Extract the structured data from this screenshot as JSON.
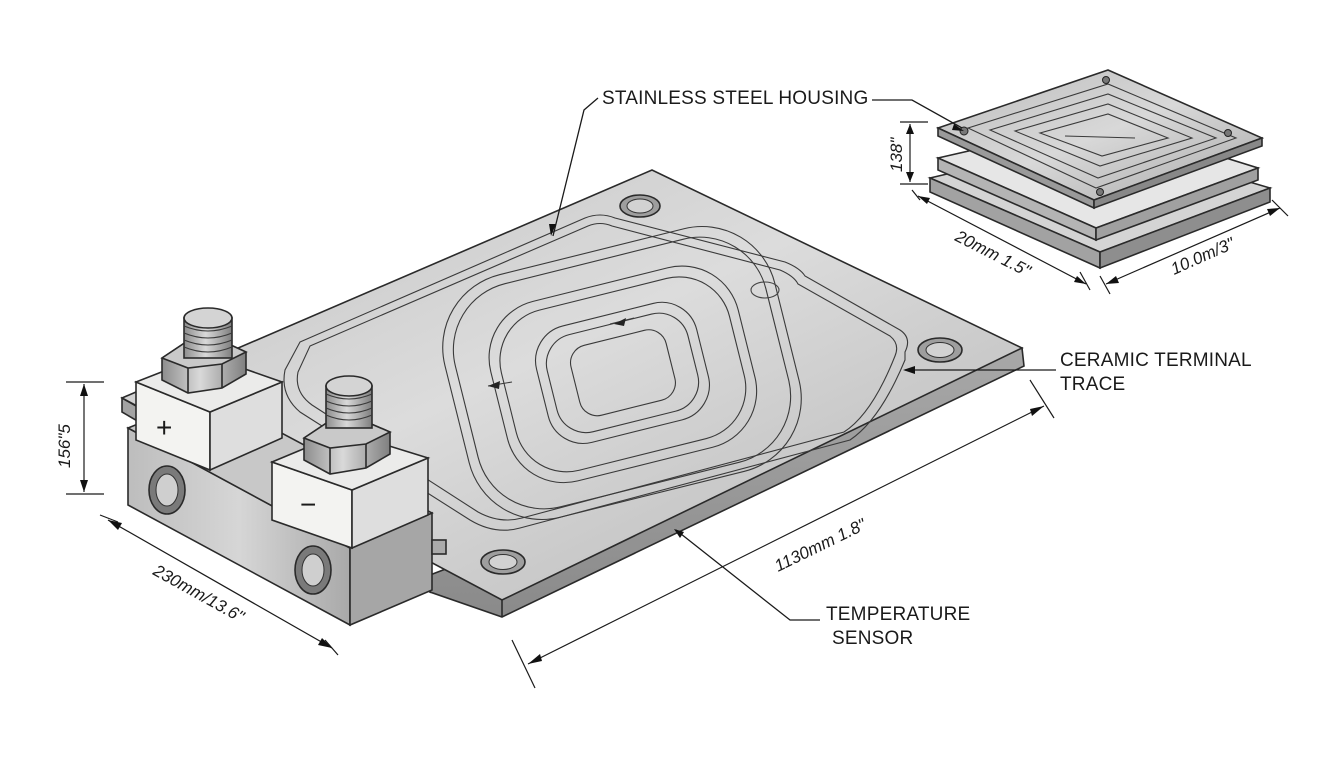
{
  "labels": {
    "housing": "STAINLESS STEEL HOUSING",
    "trace_line1": "CERAMIC TERMINAL",
    "trace_line2": "TRACE",
    "sensor_line1": "TEMPERATURE",
    "sensor_line2": "SENSOR"
  },
  "terminals": {
    "positive": "+",
    "negative": "−"
  },
  "dimensions": {
    "main_length": "1130mm 1.8\"",
    "main_width": "230mm/13.6\"",
    "main_height": "156\"5",
    "inset_width": "20mm 1.5\"",
    "inset_length": "10.0m/3\"",
    "inset_height": "138\""
  },
  "colors": {
    "steel_top": "#d0d0d0",
    "steel_side": "#9a9a9a",
    "steel_dark": "#7e7e7e",
    "ink": "#1a1a1a",
    "ceramic": "#f1f1ef"
  }
}
